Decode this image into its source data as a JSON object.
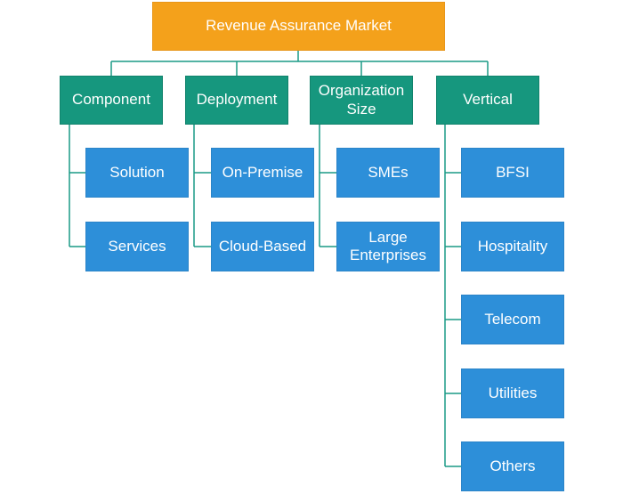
{
  "root": {
    "label": "Revenue Assurance Market"
  },
  "categories": [
    {
      "label": "Component",
      "children": [
        "Solution",
        "Services"
      ]
    },
    {
      "label": "Deployment",
      "children": [
        "On-Premise",
        "Cloud-Based"
      ]
    },
    {
      "label": "Organization Size",
      "children": [
        "SMEs",
        "Large Enterprises"
      ]
    },
    {
      "label": "Vertical",
      "children": [
        "BFSI",
        "Hospitality",
        "Telecom",
        "Utilities",
        "Others"
      ]
    }
  ],
  "colors": {
    "root": "#f4a11b",
    "category": "#16977e",
    "leaf": "#2d8fd9",
    "connector": "#1a9a86"
  }
}
